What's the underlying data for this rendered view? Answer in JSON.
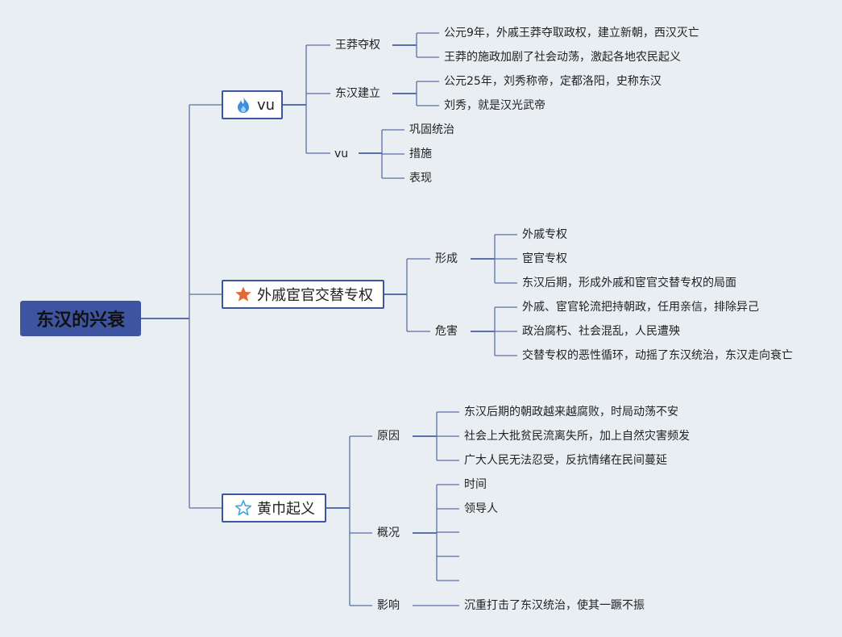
{
  "root": {
    "title": "东汉的兴衰"
  },
  "branches": [
    {
      "label": "vu",
      "icon": "fire-icon",
      "icon_color": "#3b8fe0",
      "topics": [
        {
          "label": "王莽夺权",
          "items": [
            "公元9年，外戚王莽夺取政权，建立新朝，西汉灭亡",
            "王莽的施政加剧了社会动荡，激起各地农民起义"
          ]
        },
        {
          "label": "东汉建立",
          "items": [
            "公元25年，刘秀称帝，定都洛阳，史称东汉",
            "刘秀，就是汉光武帝"
          ]
        },
        {
          "label": "vu",
          "items": [
            "巩固统治",
            "措施",
            "表现"
          ]
        }
      ]
    },
    {
      "label": "外戚宦官交替专权",
      "icon": "star-filled-icon",
      "icon_color": "#e06a35",
      "topics": [
        {
          "label": "形成",
          "items": [
            "外戚专权",
            "宦官专权",
            "东汉后期，形成外戚和宦官交替专权的局面"
          ]
        },
        {
          "label": "危害",
          "items": [
            "外戚、宦官轮流把持朝政，任用亲信，排除异己",
            "政治腐朽、社会混乱，人民遭殃",
            "交替专权的恶性循环，动摇了东汉统治，东汉走向衰亡"
          ]
        }
      ]
    },
    {
      "label": "黄巾起义",
      "icon": "star-outline-icon",
      "icon_color": "#3ba7e0",
      "topics": [
        {
          "label": "原因",
          "items": [
            "东汉后期的朝政越来越腐败，时局动荡不安",
            "社会上大批贫民流离失所，加上自然灾害频发",
            "广大人民无法忍受，反抗情绪在民间蔓延"
          ]
        },
        {
          "label": "概况",
          "items": [
            "时间",
            "领导人",
            "",
            "",
            ""
          ]
        },
        {
          "label": "影响",
          "items": [
            "沉重打击了东汉统治，使其一蹶不振"
          ]
        }
      ]
    }
  ],
  "colors": {
    "line": "#5b6fa8",
    "root_fill": "#3d55a0",
    "background": "#e9eef3"
  }
}
